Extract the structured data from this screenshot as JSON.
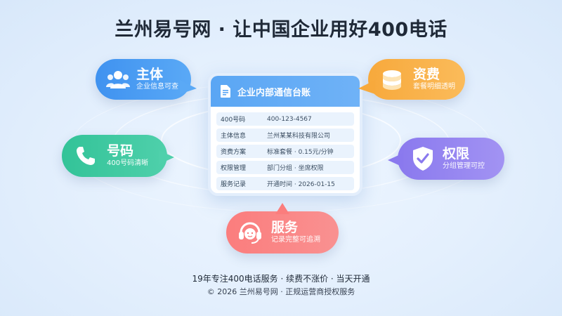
{
  "header": {
    "title": "兰州易号网 · 让中国企业用好400电话"
  },
  "card": {
    "title": "企业内部通信台账",
    "rows": [
      {
        "key": "400号码",
        "value": "400-123-4567"
      },
      {
        "key": "主体信息",
        "value": "兰州某某科技有限公司"
      },
      {
        "key": "资费方案",
        "value": "标准套餐 · 0.15元/分钟"
      },
      {
        "key": "权限管理",
        "value": "部门分组 · 坐席权限"
      },
      {
        "key": "服务记录",
        "value": "开通时间 · 2026-01-15"
      }
    ]
  },
  "bubbles": {
    "entity": {
      "title": "主体",
      "subtitle": "企业信息可查",
      "icon": "users-icon",
      "color": "#4a9cf3"
    },
    "fee": {
      "title": "资费",
      "subtitle": "套餐明细透明",
      "icon": "coins-icon",
      "color": "#f8b046"
    },
    "number": {
      "title": "号码",
      "subtitle": "400号码清晰",
      "icon": "phone-icon",
      "color": "#3fc9a0"
    },
    "perm": {
      "title": "权限",
      "subtitle": "分组管理可控",
      "icon": "shield-check-icon",
      "color": "#9484f0"
    },
    "service": {
      "title": "服务",
      "subtitle": "记录完整可追溯",
      "icon": "headset-icon",
      "color": "#fa8686"
    }
  },
  "footer": {
    "line1": "19年专注400电话服务 · 续费不涨价 · 当天开通",
    "line2": "© 2026 兰州易号网 · 正规运营商授权服务"
  }
}
